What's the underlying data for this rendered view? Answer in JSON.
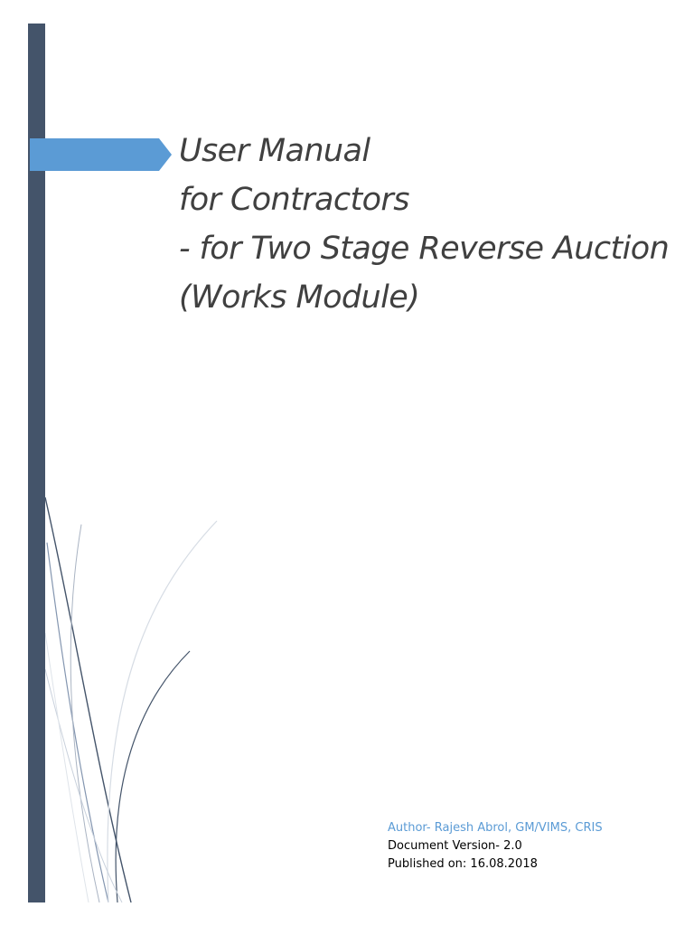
{
  "document": {
    "title_lines": [
      "User Manual",
      "for Contractors",
      "- for Two Stage Reverse Auction",
      "(Works Module)"
    ],
    "author": "Author- Rajesh Abrol, GM/VIMS, CRIS",
    "version": "Document Version- 2.0",
    "published": "Published on: 16.08.2018"
  },
  "colors": {
    "sidebar": "#44546a",
    "accent_arrow": "#5b9bd5",
    "author_text": "#5b9bd5",
    "title_text": "#404040"
  }
}
